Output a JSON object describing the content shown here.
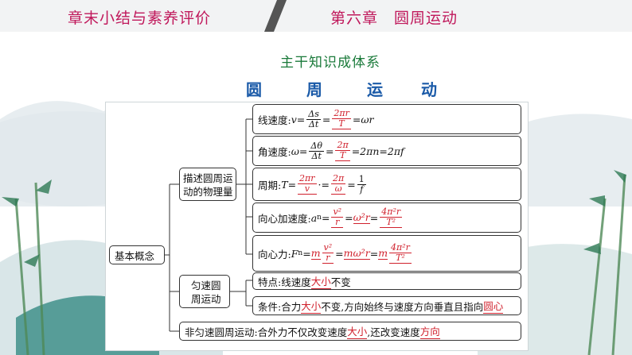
{
  "header": {
    "left_title": "章末小结与素养评价",
    "right_title": "第六章　圆周运动"
  },
  "subtitle": "主干知识成体系",
  "main_title": [
    "圆",
    "周",
    "运",
    "动"
  ],
  "root": {
    "label": "基本概念"
  },
  "branches": {
    "describe": {
      "label_line1": "描述圆周运",
      "label_line2": "动的物理量"
    },
    "uniform": {
      "label_line1": "匀速圆",
      "label_line2": "周运动"
    },
    "nonuniform": {
      "prefix": "非匀速圆周运动:合外力不仅改变速度",
      "blank1": "大小",
      "middle": ",还改变速度",
      "blank2": "方向"
    }
  },
  "formulas": {
    "linear_speed": {
      "label": "线速度:",
      "v": "v",
      "eq": "=",
      "ds": "Δs",
      "dt": "Δt",
      "num2": "2πr",
      "den2": "T",
      "tail": "=ωr"
    },
    "angular_speed": {
      "label": "角速度:",
      "w": "ω",
      "eq": "=",
      "dth": "Δθ",
      "dt": "Δt",
      "num2": "2π",
      "den2": "T",
      "tail": "=2πn=2πf"
    },
    "period": {
      "label": "周期:",
      "T": "T",
      "eq": "=",
      "num1": "2πr",
      "den1": "v",
      "dot": "·",
      "num2": "2π",
      "den2": "ω",
      "num3": "1",
      "den3": "f"
    },
    "centripetal_acc": {
      "label": "向心加速度:",
      "a": "a",
      "n": "n",
      "eq": "=",
      "num1": "v²",
      "den1": "r",
      "mid": "ω²r",
      "num3": "4π²r",
      "den3": "T²"
    },
    "centripetal_force": {
      "label": "向心力:",
      "F": "F",
      "n": "n",
      "eq": "=",
      "m1": "m",
      "num1": "v²",
      "den1": "r",
      "mid": "mω²r",
      "m3": "m",
      "num3": "4π²r",
      "den3": "T²"
    }
  },
  "uniform_items": {
    "feature": {
      "prefix": "特点:线速度",
      "blank": "大小",
      "suffix": "不变"
    },
    "condition": {
      "prefix": "条件:合力",
      "blank1": "大小",
      "middle": "不变,方向始终与速度方向垂直且指向",
      "blank2": "圆心"
    }
  },
  "colors": {
    "header_text": "#c0185b",
    "subtitle": "#1a7a3a",
    "title": "#1a5aa8",
    "answer_red": "#d0202c"
  }
}
